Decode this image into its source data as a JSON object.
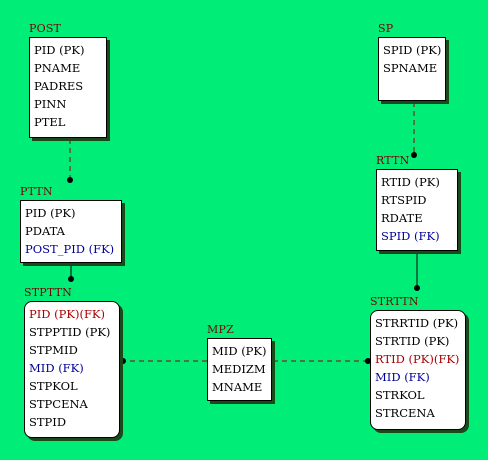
{
  "diagram": {
    "entities": [
      {
        "id": "post",
        "title": "POST",
        "fields": [
          {
            "text": "PID (PK)",
            "kind": "normal"
          },
          {
            "text": "PNAME",
            "kind": "normal"
          },
          {
            "text": "PADRES",
            "kind": "normal"
          },
          {
            "text": "PINN",
            "kind": "normal"
          },
          {
            "text": "PTEL",
            "kind": "normal"
          }
        ]
      },
      {
        "id": "sp",
        "title": "SP",
        "fields": [
          {
            "text": "SPID (PK)",
            "kind": "normal"
          },
          {
            "text": "SPNAME",
            "kind": "normal"
          }
        ]
      },
      {
        "id": "pttn",
        "title": "PTTN",
        "fields": [
          {
            "text": "PID (PK)",
            "kind": "normal"
          },
          {
            "text": "PDATA",
            "kind": "normal"
          },
          {
            "text": "POST_PID (FK)",
            "kind": "fk"
          }
        ]
      },
      {
        "id": "rttn",
        "title": "RTTN",
        "fields": [
          {
            "text": "RTID (PK)",
            "kind": "normal"
          },
          {
            "text": "RTSPID",
            "kind": "normal"
          },
          {
            "text": "RDATE",
            "kind": "normal"
          },
          {
            "text": "SPID (FK)",
            "kind": "fk"
          }
        ]
      },
      {
        "id": "stpttn",
        "title": "STPTTN",
        "fields": [
          {
            "text": "PID (PK)(FK)",
            "kind": "pkfk"
          },
          {
            "text": "STPPTID (PK)",
            "kind": "normal"
          },
          {
            "text": "STPMID",
            "kind": "normal"
          },
          {
            "text": "MID (FK)",
            "kind": "fk"
          },
          {
            "text": "STPKOL",
            "kind": "normal"
          },
          {
            "text": "STPCENA",
            "kind": "normal"
          },
          {
            "text": "STPID",
            "kind": "normal"
          }
        ]
      },
      {
        "id": "mpz",
        "title": "MPZ",
        "fields": [
          {
            "text": "MID (PK)",
            "kind": "normal"
          },
          {
            "text": "MEDIZM",
            "kind": "normal"
          },
          {
            "text": "MNAME",
            "kind": "normal"
          }
        ]
      },
      {
        "id": "strttn",
        "title": "STRTTN",
        "fields": [
          {
            "text": "STRRTID (PK)",
            "kind": "normal"
          },
          {
            "text": "STRTID (PK)",
            "kind": "normal"
          },
          {
            "text": "RTID (PK)(FK)",
            "kind": "pkfk"
          },
          {
            "text": "MID (FK)",
            "kind": "fk"
          },
          {
            "text": "STRKOL",
            "kind": "normal"
          },
          {
            "text": "STRCENA",
            "kind": "normal"
          }
        ]
      }
    ],
    "relationships": [
      {
        "from": "post",
        "to": "pttn",
        "style": "dashed"
      },
      {
        "from": "sp",
        "to": "rttn",
        "style": "dashed"
      },
      {
        "from": "pttn",
        "to": "stpttn",
        "style": "solid"
      },
      {
        "from": "rttn",
        "to": "strttn",
        "style": "solid"
      },
      {
        "from": "mpz",
        "to": "stpttn",
        "style": "dashed"
      },
      {
        "from": "mpz",
        "to": "strttn",
        "style": "dashed"
      }
    ],
    "colors": {
      "background": "#00ee77",
      "title": "#7a0000",
      "fk": "#000099",
      "pkfk": "#aa0000",
      "line_solid": "#000000",
      "line_dashed": "#990000"
    }
  }
}
